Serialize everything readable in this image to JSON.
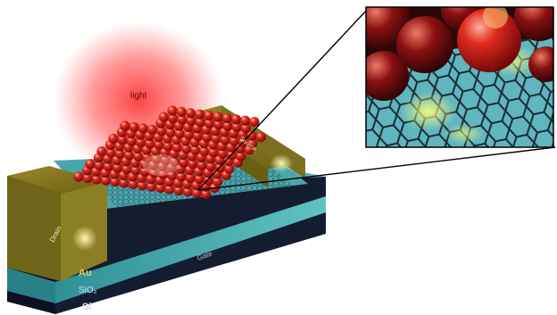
{
  "labels": {
    "light": "light",
    "source": "Source",
    "drain": "Drain",
    "gate": "Gate",
    "au": "Au",
    "sio2": "SiO₂",
    "si": "Si"
  },
  "colors": {
    "gold": "#7a6d1c",
    "gold_light": "#a99a33",
    "sio2": "#3fa6a8",
    "si": "#121a2c",
    "dot": "#d01818",
    "light": "#ff2a2a",
    "graphene": "#58b9c6"
  },
  "icons": [
    "quantum-dot-sphere-icon",
    "graphene-lattice-icon",
    "light-beam-icon"
  ]
}
